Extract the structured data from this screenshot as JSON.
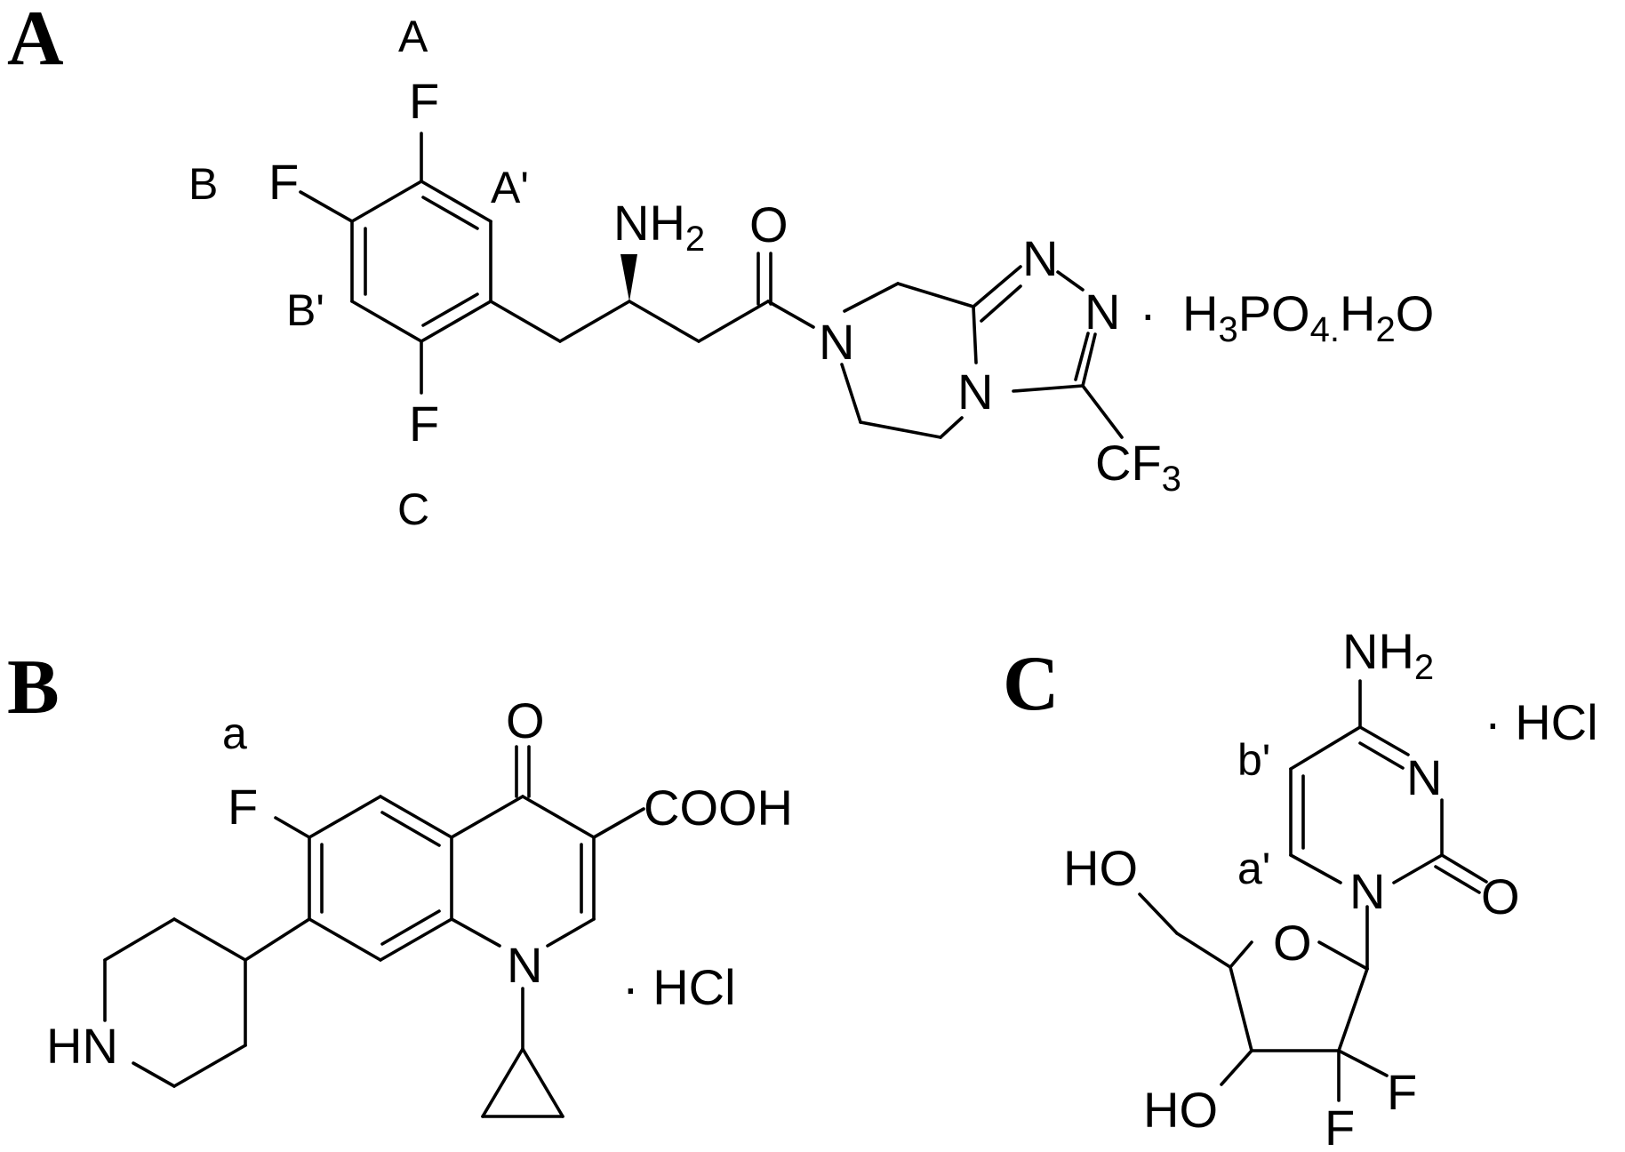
{
  "panels": {
    "a": {
      "letter": "A",
      "atoms": {
        "f_top": "F",
        "f_left": "F",
        "f_bottom": "F",
        "n_amine": "NH",
        "n_amine_sub": "2",
        "o_carbonyl": "O",
        "n_piperazine": "N",
        "n_triazole_top": "N",
        "n_triazole_right": "N",
        "n_triazole_bottom": "N",
        "cf3": "CF",
        "cf3_sub": "3",
        "salt_dot": "·",
        "salt_h": "H",
        "salt_h_sub": "3",
        "salt_po": "PO",
        "salt_po_sub": "4.",
        "salt_h2": "H",
        "salt_h2_sub": "2",
        "salt_o": "O"
      },
      "sites": {
        "A": "A",
        "A_prime": "A'",
        "B": "B",
        "B_prime": "B'",
        "C": "C"
      }
    },
    "b": {
      "letter": "B",
      "atoms": {
        "o_ketone": "O",
        "f": "F",
        "cooh": "COOH",
        "n_ring": "N",
        "hn": "HN",
        "salt": "· HCl"
      },
      "sites": {
        "a": "a"
      }
    },
    "c": {
      "letter": "C",
      "atoms": {
        "nh2": "NH",
        "nh2_sub": "2",
        "n_top": "N",
        "n_bottom": "N",
        "o_carbonyl": "O",
        "o_ring": "O",
        "ho_top": "HO",
        "ho_bottom": "HO",
        "f_right": "F",
        "f_bottom": "F",
        "salt": "· HCl"
      },
      "sites": {
        "a_prime": "a'",
        "b_prime": "b'"
      }
    }
  }
}
